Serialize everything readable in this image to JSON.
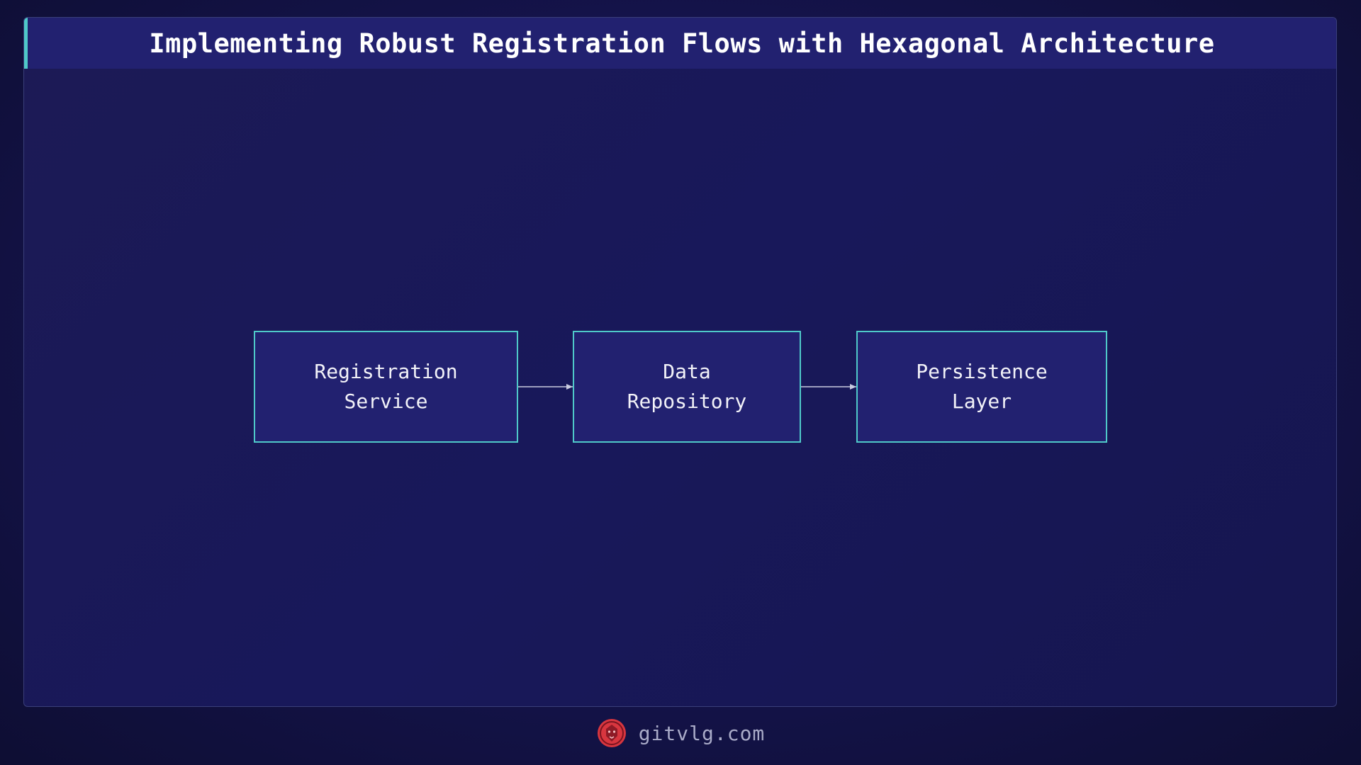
{
  "title": "Implementing Robust Registration Flows with Hexagonal Architecture",
  "nodes": [
    {
      "label": "Registration\nService"
    },
    {
      "label": "Data\nRepository"
    },
    {
      "label": "Persistence\nLayer"
    }
  ],
  "edges": [
    {
      "from": "Registration Service",
      "to": "Data Repository"
    },
    {
      "from": "Data Repository",
      "to": "Persistence Layer"
    }
  ],
  "footer": {
    "site": "gitvlg.com",
    "logo_icon": "lion-logo-icon"
  },
  "colors": {
    "accent": "#4fc9c9",
    "node_fill": "#222170",
    "logo": "#d8363f"
  }
}
